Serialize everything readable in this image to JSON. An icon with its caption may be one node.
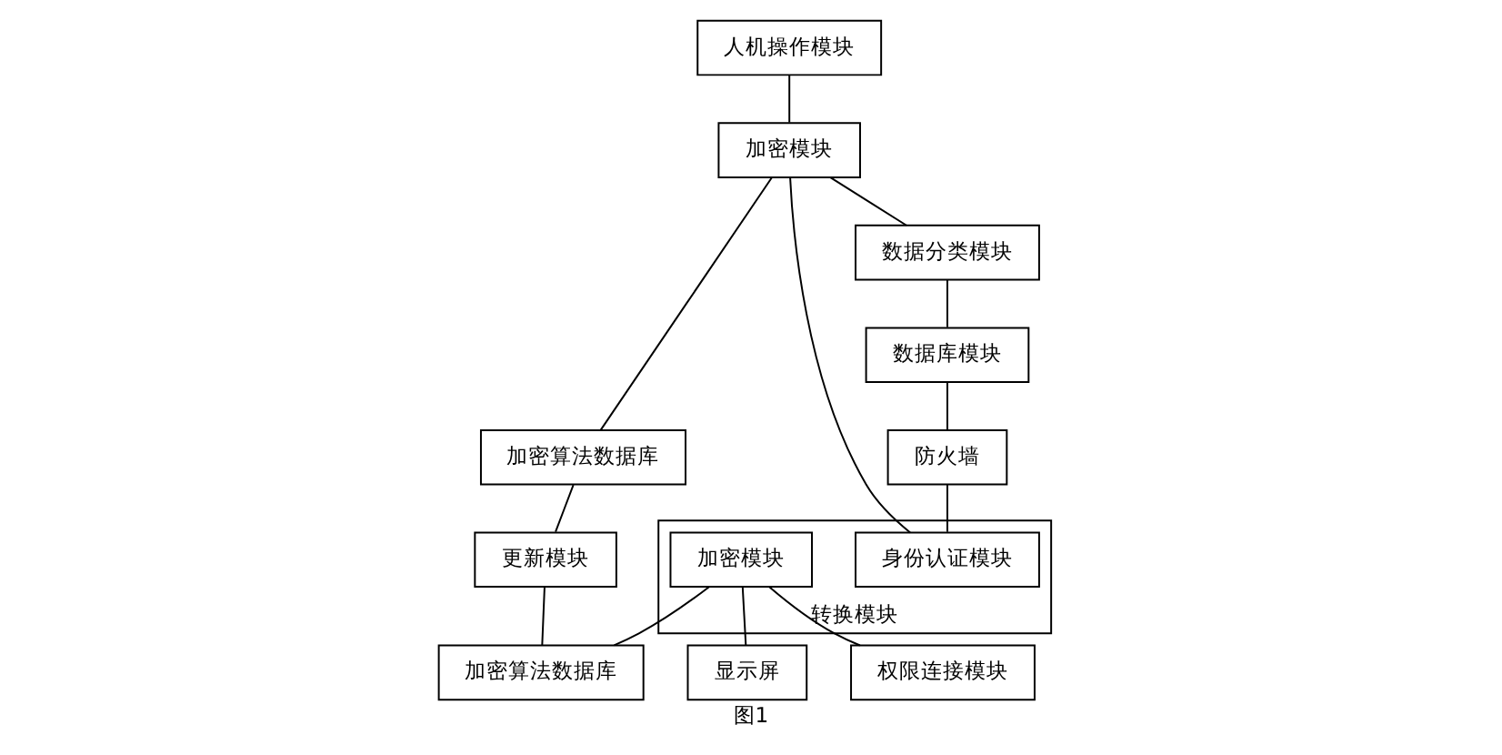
{
  "diagram": {
    "caption": "图1",
    "nodes": [
      {
        "text": [
          "人机操作模块"
        ]
      },
      {
        "text": [
          "显示屏"
        ]
      },
      {
        "text": [
          "加密模块"
        ]
      },
      {
        "text": [
          "加密算法数据库"
        ]
      },
      {
        "text": [
          "更新模块"
        ]
      },
      {
        "text": [
          "转换模块"
        ]
      },
      {
        "text": [
          "身份认证模块"
        ],
        "in": 5
      },
      {
        "text": [
          "加密模块"
        ],
        "in": 5
      },
      {
        "text": [
          "数据分类模块"
        ]
      },
      {
        "text": [
          "加密算法数据库"
        ]
      },
      {
        "text": [
          "数据库模块"
        ]
      },
      {
        "text": [
          "防火墙"
        ]
      },
      {
        "text": [
          "权限连接模块"
        ]
      }
    ],
    "edges": [
      {
        "from": 0,
        "to": 2,
        "arrow": "none"
      },
      {
        "from": 2,
        "to": 3,
        "arrow": "none"
      },
      {
        "from": 3,
        "to": 4,
        "arrow": "none"
      },
      {
        "from": 4,
        "to": 9,
        "arrow": "none"
      },
      {
        "from": 2,
        "to": 5,
        "arrow": "none"
      },
      {
        "from": 2,
        "to": 8,
        "arrow": "none"
      },
      {
        "from": 8,
        "to": 10,
        "arrow": "none"
      },
      {
        "from": 10,
        "to": 11,
        "arrow": "none"
      },
      {
        "from": 11,
        "to": 5,
        "arrow": "none"
      },
      {
        "from": 5,
        "to": 12,
        "arrow": "none"
      },
      {
        "from": 7,
        "to": 9,
        "arrow": "none"
      },
      {
        "from": 5,
        "to": 1,
        "arrow": "none"
      }
    ]
  }
}
